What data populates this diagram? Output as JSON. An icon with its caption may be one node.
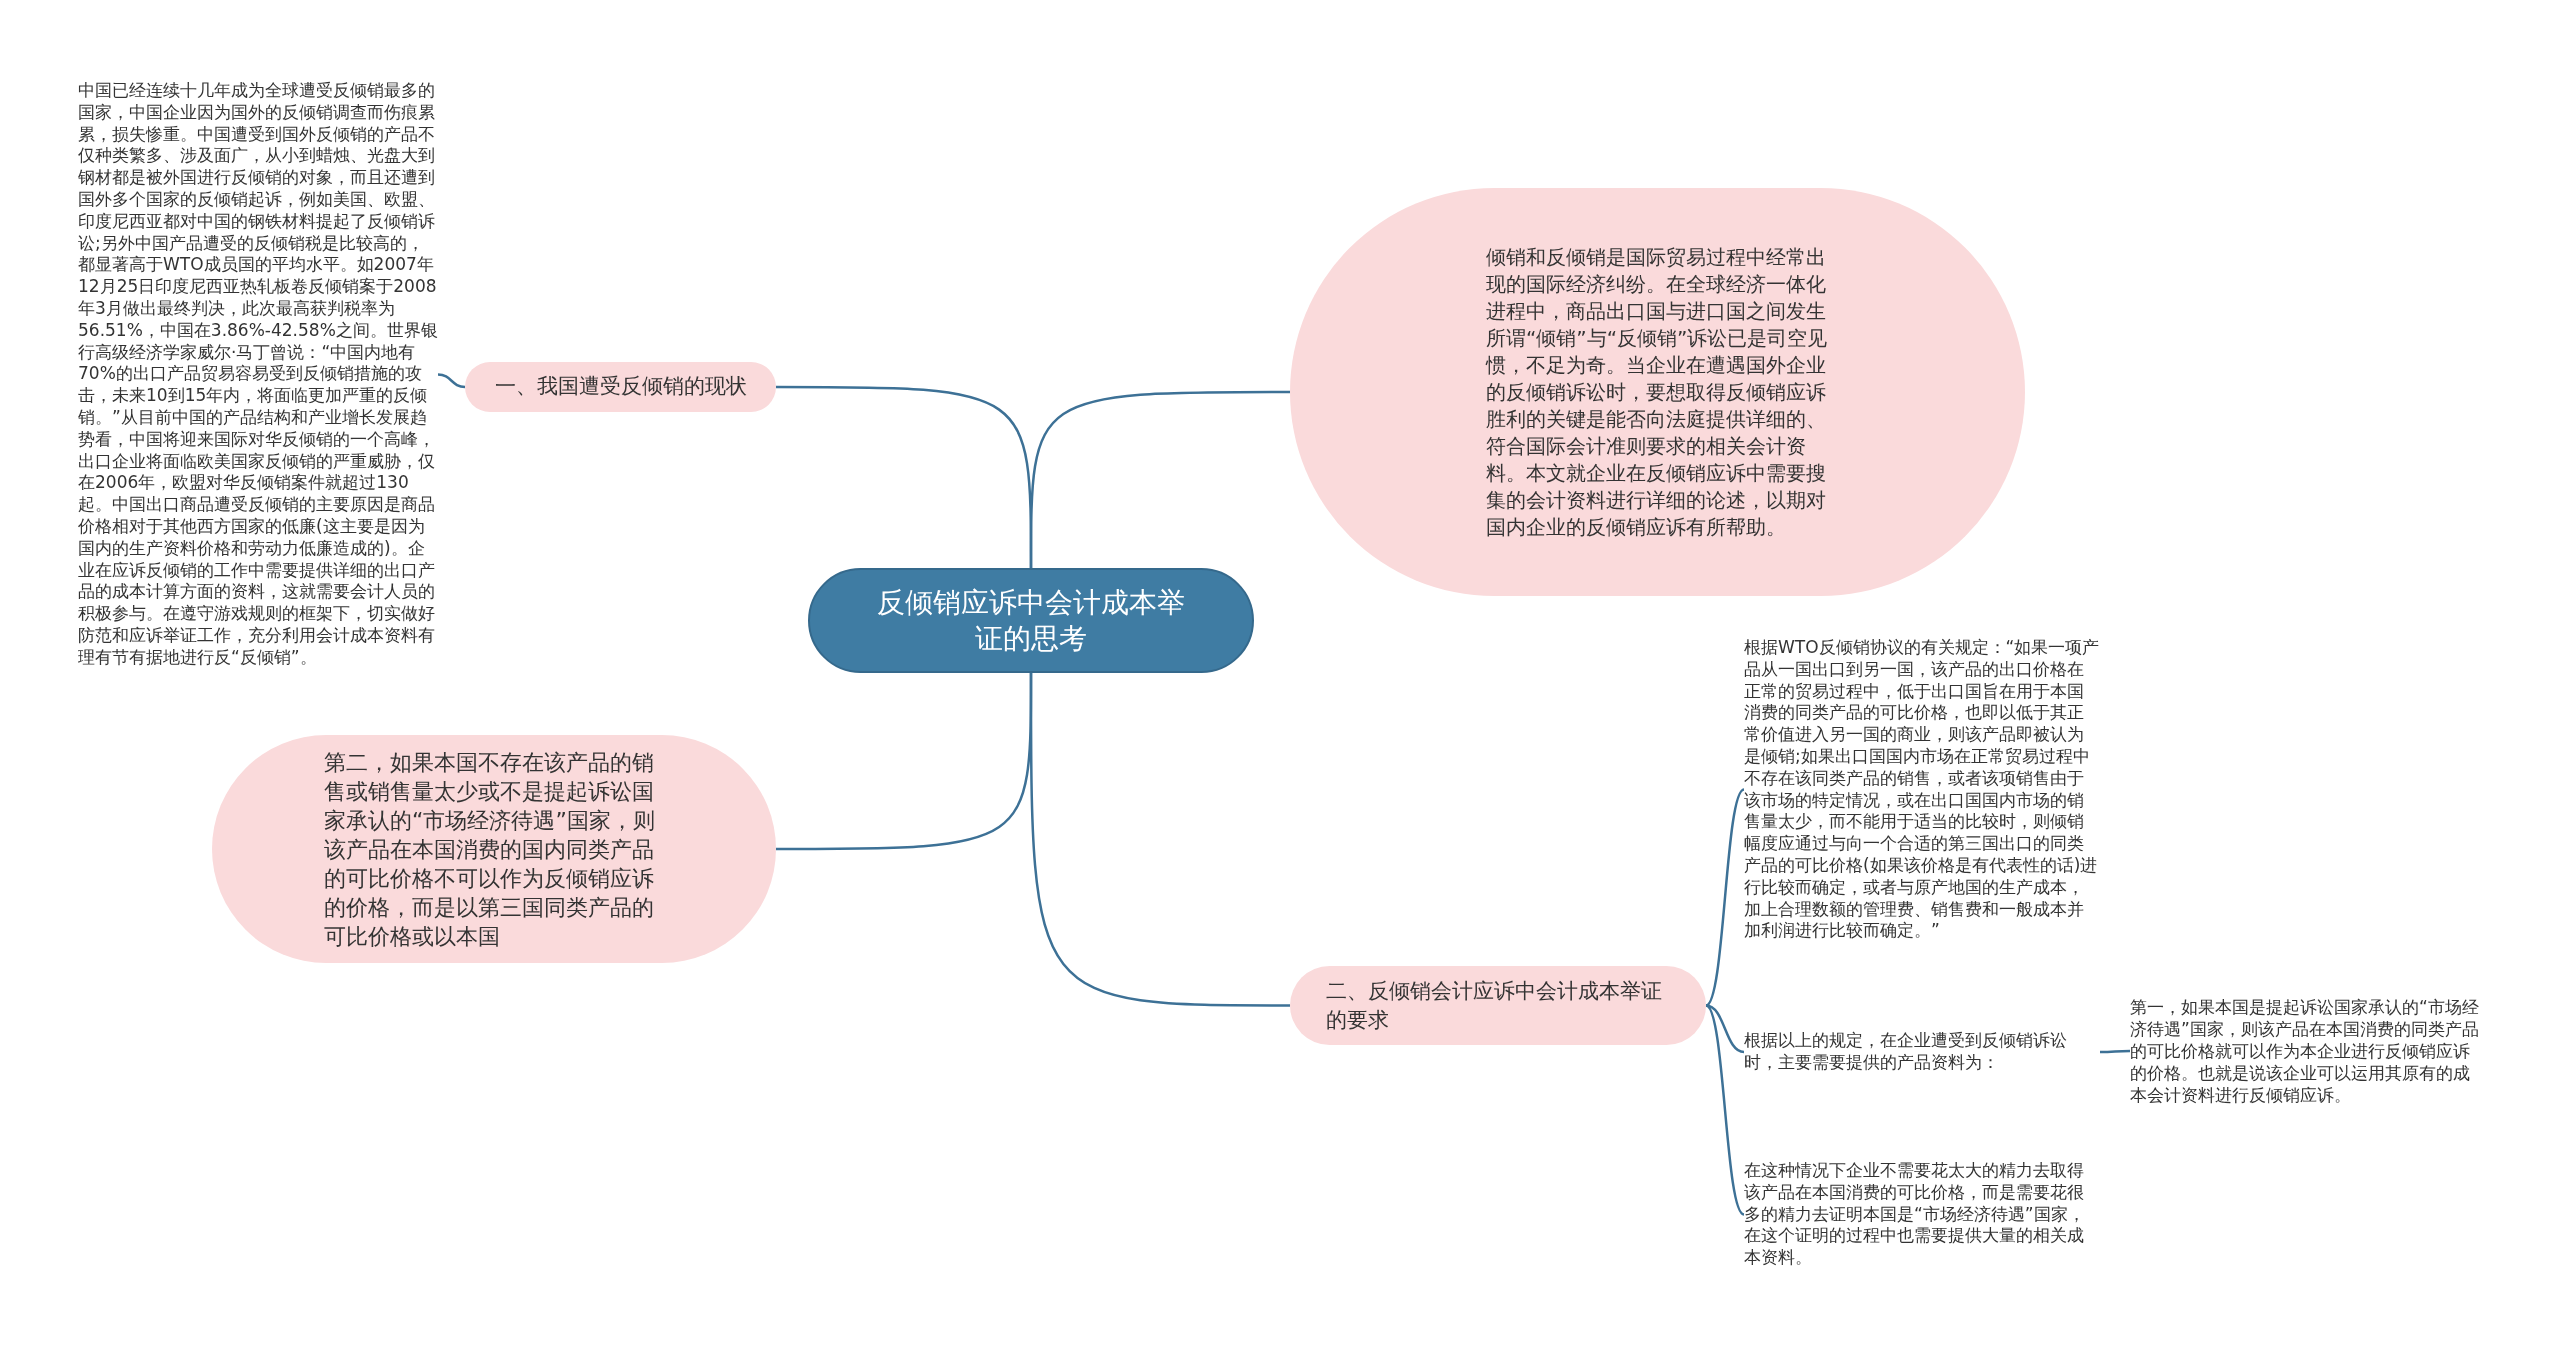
{
  "diagram": {
    "nodes": [
      {
        "text": [
          "反倾销应诉中会计成本举证的思考"
        ]
      },
      {
        "text": [
          "一、我国遭受反倾销的现状"
        ]
      },
      {
        "text": [
          "中国已经连续十几年成为全球遭受反倾销最多的国家，中国企业因为国外的反倾销调查而伤痕累累，损失惨重。中国遭受到国外反倾销的产品不仅种类繁多、涉及面广，从小到蜡烛、光盘大到钢材都是被外国进行反倾销的对象，而且还遭到国外多个国家的反倾销起诉，例如美国、欧盟、印度尼西亚都对中国的钢铁材料提起了反倾销诉讼;另外中国产品遭受的反倾销税是比较高的，都显著高于WTO成员国的平均水平。如2007年12月25日印度尼西亚热轧板卷反倾销案于2008年3月做出最终判决，此次最高获判税率为56.51%，中国在3.86%-42.58%之间。世界银行高级经济学家威尔·马丁曾说：“中国内地有70%的出口产品贸易容易受到反倾销措施的攻击，未来10到15年内，将面临更加严重的反倾销。”从目前中国的产品结构和产业增长发展趋势看，中国将迎来国际对华反倾销的一个高峰，出口企业将面临欧美国家反倾销的严重威胁，仅在2006年，欧盟对华反倾销案件就超过130起。中国出口商品遭受反倾销的主要原因是商品价格相对于其他西方国家的低廉(这主要是因为国内的生产资料价格和劳动力低廉造成的)。企业在应诉反倾销的工作中需要提供详细的出口产品的成本计算方面的资料，这就需要会计人员的积极参与。在遵守游戏规则的框架下，切实做好防范和应诉举证工作，充分利用会计成本资料有理有节有据地进行反“反倾销”。"
        ]
      },
      {
        "text": [
          "倾销和反倾销是国际贸易过程中经常出现的国际经济纠纷。在全球经济一体化进程中，商品出口国与进口国之间发生所谓“倾销”与“反倾销”诉讼已是司空见惯，不足为奇。当企业在遭遇国外企业的反倾销诉讼时，要想取得反倾销应诉胜利的关键是能否向法庭提供详细的、符合国际会计准则要求的相关会计资料。本文就企业在反倾销应诉中需要搜集的会计资料进行详细的论述，以期对国内企业的反倾销应诉有所帮助。"
        ]
      },
      {
        "text": [
          "第二，如果本国不存在该产品的销售或销售量太少或不是提起诉讼国家承认的“市场经济待遇”国家，则该产品在本国消费的国内同类产品的可比价格不可以作为反倾销应诉的价格，而是以第三国同类产品的可比价格或以本国"
        ]
      },
      {
        "text": [
          "二、反倾销会计应诉中会计成本举证的要求"
        ]
      },
      {
        "text": [
          "根据WTO反倾销协议的有关规定：“如果一项产品从一国出口到另一国，该产品的出口价格在正常的贸易过程中，低于出口国旨在用于本国消费的同类产品的可比价格，也即以低于其正常价值进入另一国的商业，则该产品即被认为是倾销;如果出口国国内市场在正常贸易过程中不存在该同类产品的销售，或者该项销售由于该市场的特定情况，或在出口国国内市场的销售量太少，而不能用于适当的比较时，则倾销幅度应通过与向一个合适的第三国出口的同类产品的可比价格(如果该价格是有代表性的话)进行比较而确定，或者与原产地国的生产成本，加上合理数额的管理费、销售费和一般成本并加利润进行比较而确定。”"
        ]
      },
      {
        "text": [
          "根据以上的规定，在企业遭受到反倾销诉讼时，主要需要提供的产品资料为："
        ]
      },
      {
        "text": [
          "第一，如果本国是提起诉讼国家承认的“市场经济待遇”国家，则该产品在本国消费的同类产品的可比价格就可以作为本企业进行反倾销应诉的价格。也就是说该企业可以运用其原有的成本会计资料进行反倾销应诉。"
        ]
      },
      {
        "text": [
          "在这种情况下企业不需要花太大的精力去取得该产品在本国消费的可比价格，而是需要花很多的精力去证明本国是“市场经济待遇”国家，在这个证明的过程中也需要提供大量的相关成本资料。"
        ]
      }
    ],
    "edges": [
      {
        "from": 0,
        "to": 1,
        "arrow": "none"
      },
      {
        "from": 1,
        "to": 2,
        "arrow": "none"
      },
      {
        "from": 0,
        "to": 3,
        "arrow": "none"
      },
      {
        "from": 0,
        "to": 4,
        "arrow": "none"
      },
      {
        "from": 0,
        "to": 5,
        "arrow": "none"
      },
      {
        "from": 5,
        "to": 6,
        "arrow": "none"
      },
      {
        "from": 5,
        "to": 7,
        "arrow": "none"
      },
      {
        "from": 5,
        "to": 9,
        "arrow": "none"
      },
      {
        "from": 7,
        "to": 8,
        "arrow": "none"
      }
    ]
  }
}
